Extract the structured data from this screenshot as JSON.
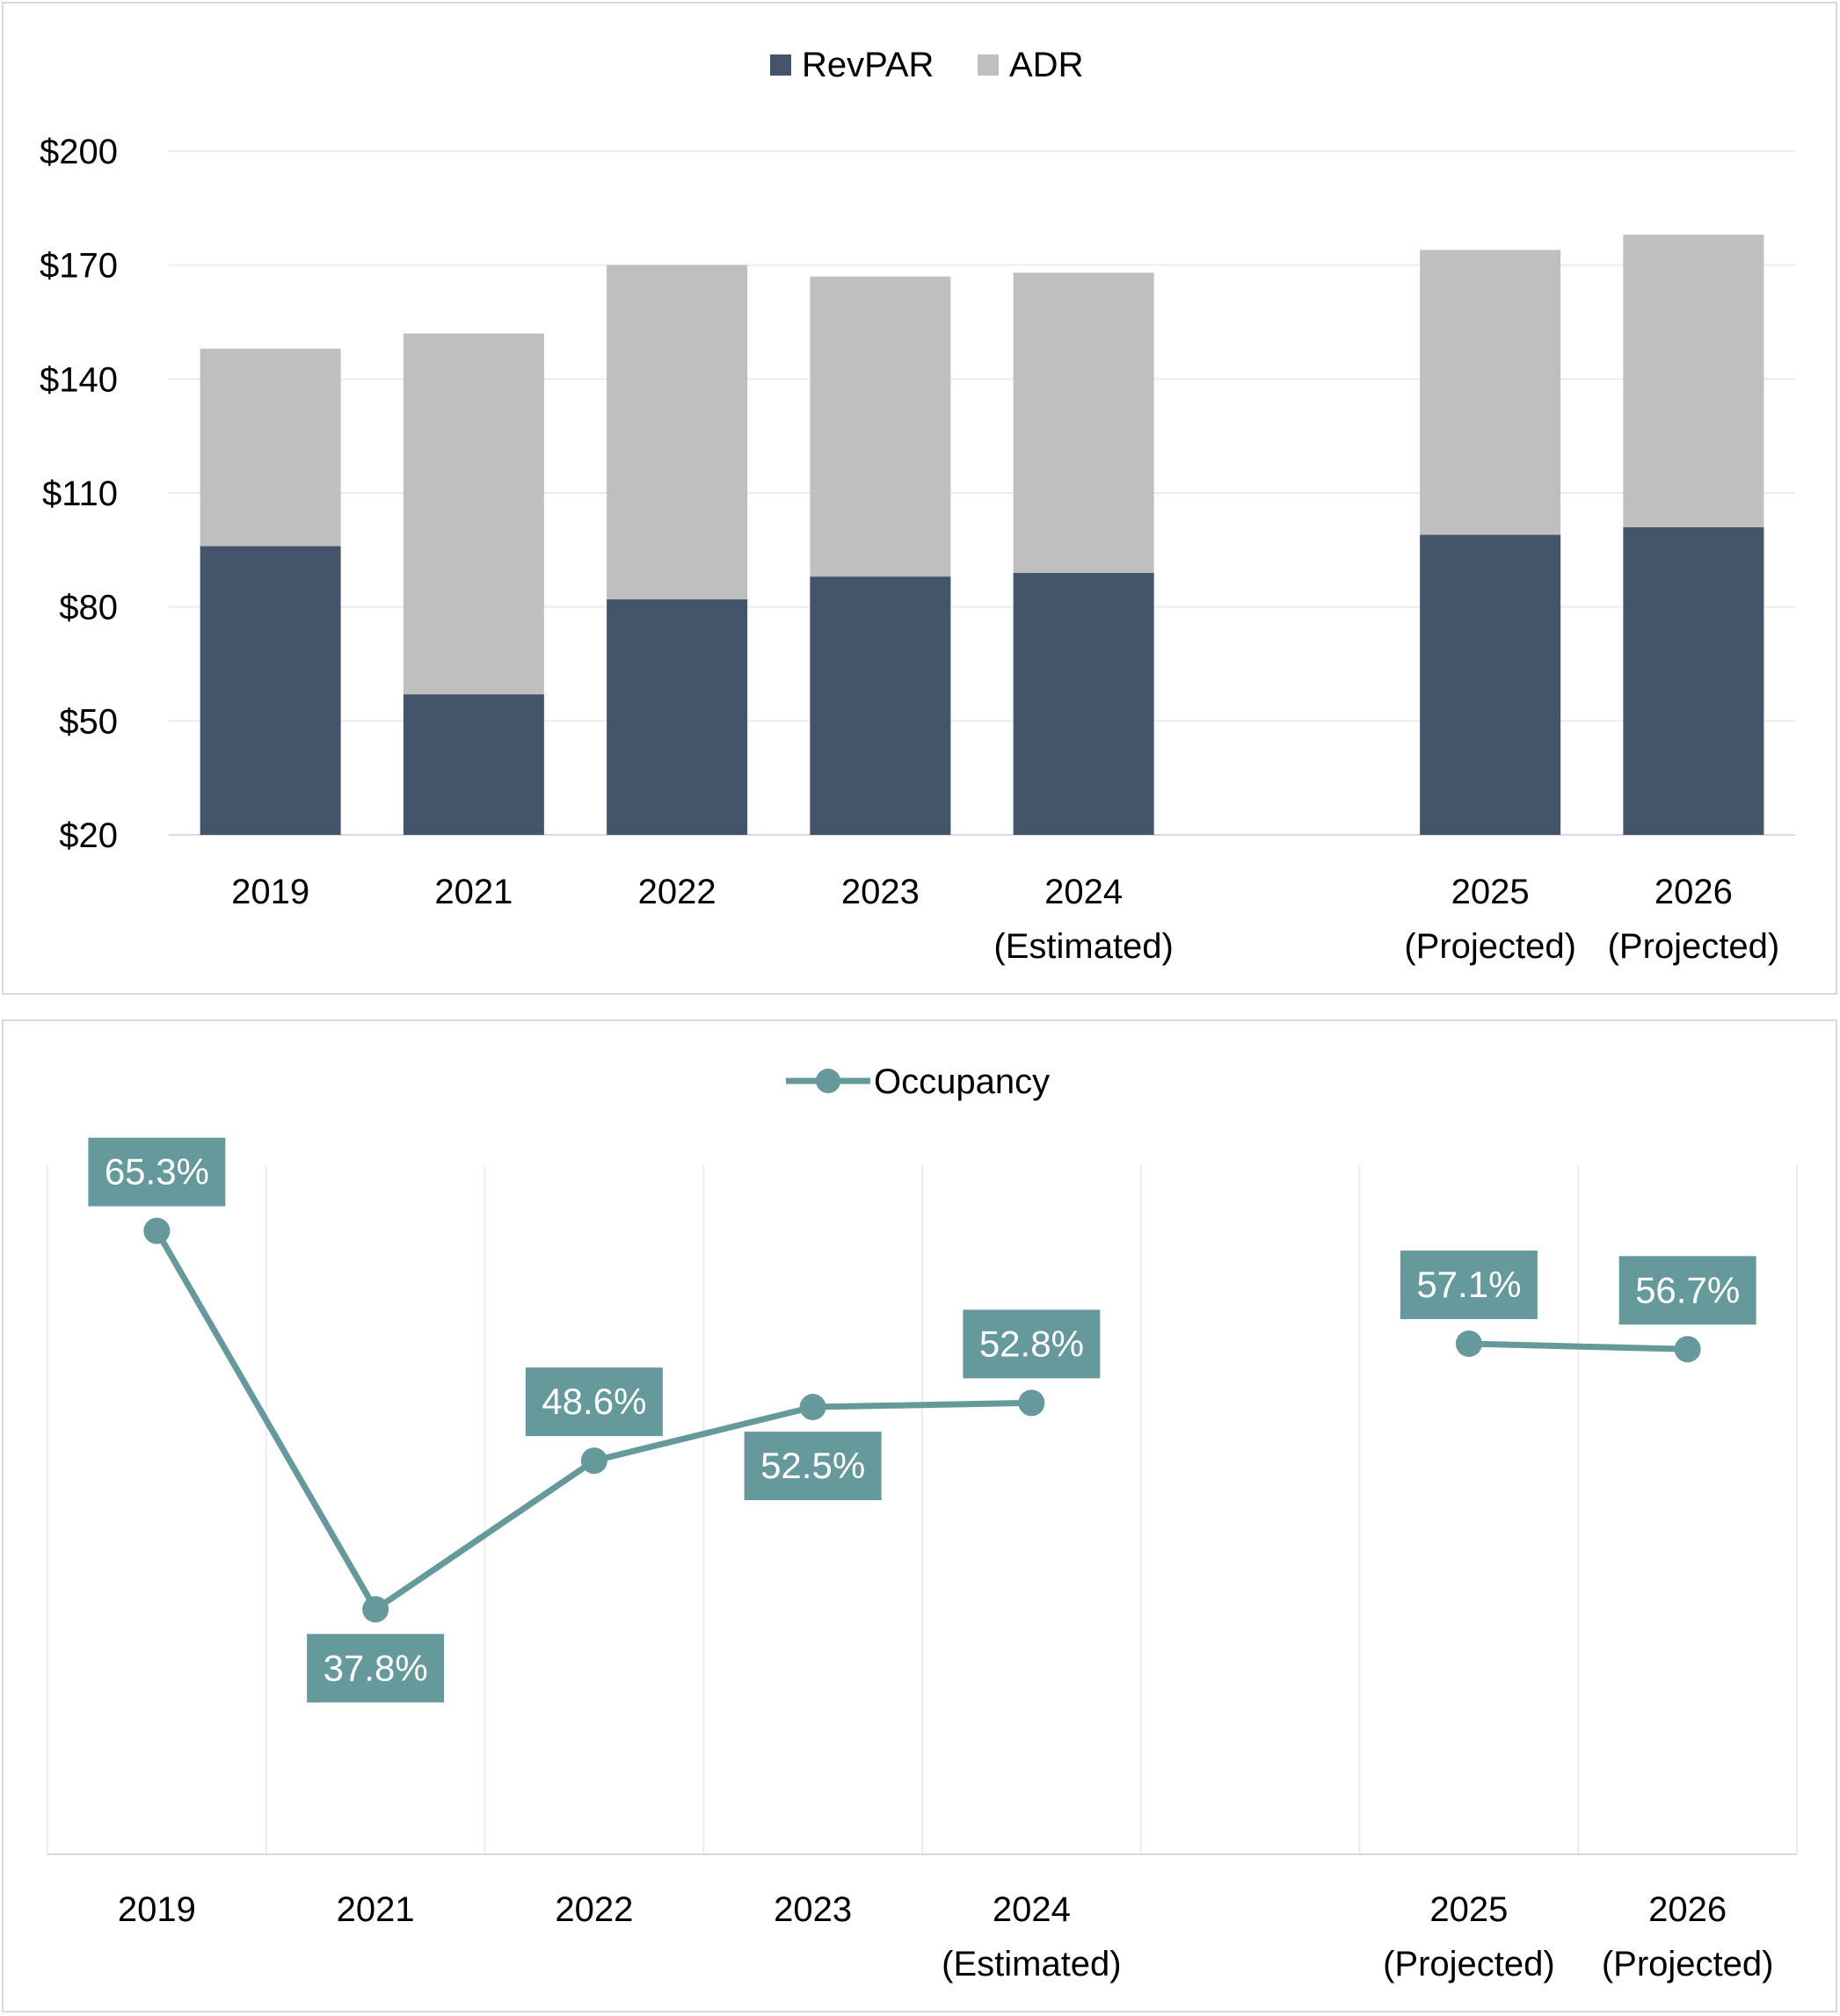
{
  "colors": {
    "revpar": "#44546a",
    "adr": "#bfbfbf",
    "occupancy": "#65999c",
    "gridline": "#ececec",
    "axis": "#d9d9d9",
    "text": "#000000"
  },
  "chart_data": [
    {
      "type": "bar",
      "stacked": true,
      "legend_position": "top",
      "legend": [
        "RevPAR",
        "ADR"
      ],
      "categories": [
        "2019",
        "2021",
        "2022",
        "2023",
        "2024",
        "",
        "2025",
        "2026"
      ],
      "category_sublabels": [
        "",
        "",
        "",
        "",
        "(Estimated)",
        "",
        "(Projected)",
        "(Projected)"
      ],
      "series": [
        {
          "name": "RevPAR",
          "values": [
            96,
            57,
            82,
            88,
            89,
            null,
            99,
            101
          ]
        },
        {
          "name": "ADR",
          "values": [
            52,
            95,
            88,
            79,
            79,
            null,
            75,
            77
          ]
        }
      ],
      "ylim": [
        20,
        200
      ],
      "yticks": [
        20,
        50,
        80,
        110,
        140,
        170,
        200
      ],
      "ytick_labels": [
        "$20",
        "$50",
        "$80",
        "$110",
        "$140",
        "$170",
        "$200"
      ],
      "grid": true
    },
    {
      "type": "line",
      "legend_position": "top",
      "legend": [
        "Occupancy"
      ],
      "categories": [
        "2019",
        "2021",
        "2022",
        "2023",
        "2024",
        "",
        "2025",
        "2026"
      ],
      "category_sublabels": [
        "",
        "",
        "",
        "",
        "(Estimated)",
        "",
        "(Projected)",
        "(Projected)"
      ],
      "series": [
        {
          "name": "Occupancy",
          "values": [
            65.3,
            37.8,
            48.6,
            52.5,
            52.8,
            null,
            57.1,
            56.7
          ]
        }
      ],
      "data_labels": [
        "65.3%",
        "37.8%",
        "48.6%",
        "52.5%",
        "52.8%",
        "",
        "57.1%",
        "56.7%"
      ],
      "label_positions": [
        "above",
        "below",
        "above",
        "below",
        "above",
        "",
        "above",
        "above"
      ],
      "ylim": [
        20,
        70
      ],
      "grid": "vertical"
    }
  ]
}
